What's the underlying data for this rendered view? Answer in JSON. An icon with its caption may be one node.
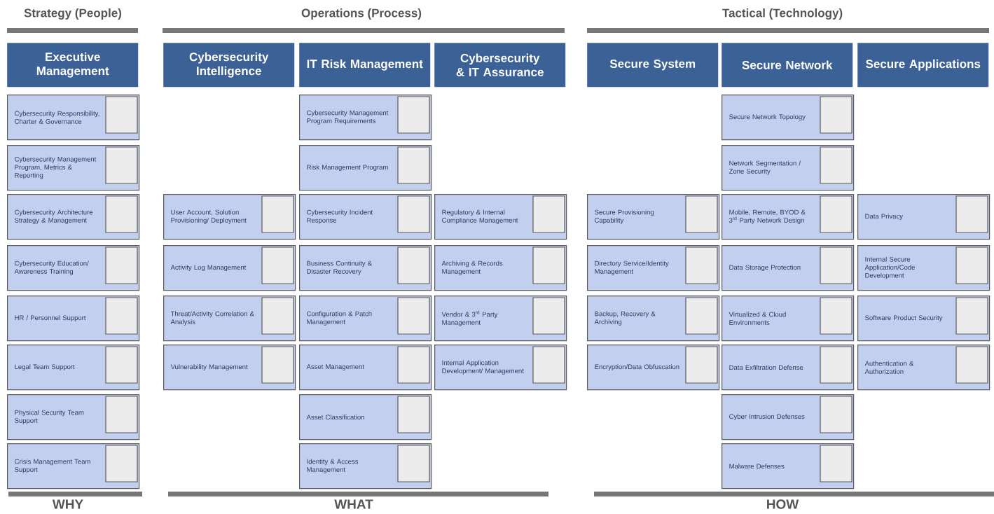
{
  "diagram": {
    "nodes": [
      {
        "text": [
          "Executive Management"
        ]
      },
      {
        "text": [
          "Cybersecurity Responsibility, Charter & Governance"
        ]
      },
      {
        "text": [
          "Cybersecurity Management Program, Metrics & Reporting"
        ]
      },
      {
        "text": [
          "Cybersecurity Architecture Strategy & Management"
        ]
      },
      {
        "text": [
          "Cybersecurity Education/ Awareness Training"
        ]
      },
      {
        "text": [
          "HR / Personnel Support"
        ]
      },
      {
        "text": [
          "Legal Team Support"
        ]
      },
      {
        "text": [
          "Physical Security Team Support"
        ]
      },
      {
        "text": [
          "Crisis Management Team Support"
        ]
      },
      {
        "text": [
          "Cybersecurity Intelligence"
        ]
      },
      {
        "text": [
          "User Account, Solution Provisioning/ Deployment"
        ]
      },
      {
        "text": [
          "Activity Log Management"
        ]
      },
      {
        "text": [
          "Threat/Activity Correlation & Analysis"
        ]
      },
      {
        "text": [
          "Vulnerability Management"
        ]
      },
      {
        "text": [
          "IT Risk Management"
        ]
      },
      {
        "text": [
          "Cybersecurity Management Program Requirements"
        ]
      },
      {
        "text": [
          "Risk Management Program"
        ]
      },
      {
        "text": [
          "Cybersecurity Incident Response"
        ]
      },
      {
        "text": [
          "Business Continuity & Disaster Recovery"
        ]
      },
      {
        "text": [
          "Configuration & Patch Management"
        ]
      },
      {
        "text": [
          "Asset Management"
        ]
      },
      {
        "text": [
          "Asset Classification"
        ]
      },
      {
        "text": [
          "Identity & Access Management"
        ]
      },
      {
        "text": [
          "Cybersecurity & IT Assurance"
        ]
      },
      {
        "text": [
          "Regulatory & Internal Compliance Management"
        ]
      },
      {
        "text": [
          "Archiving & Records Management"
        ]
      },
      {
        "text": [
          "Vendor & 3$^{rd}$ Party Management"
        ]
      },
      {
        "text": [
          "Internal Application Development/ Management"
        ]
      },
      {
        "text": [
          "Secure System"
        ]
      },
      {
        "text": [
          "Secure Provisioning Capability"
        ]
      },
      {
        "text": [
          "Directory Service/Identity Management"
        ]
      },
      {
        "text": [
          "Backup, Recovery & Archiving"
        ]
      },
      {
        "text": [
          "Encryption/Data Obfuscation"
        ]
      },
      {
        "text": [
          "Secure Network"
        ]
      },
      {
        "text": [
          "Secure Network Topology"
        ]
      },
      {
        "text": [
          "Network Segmentation / Zone Security"
        ]
      },
      {
        "text": [
          "Mobile, Remote, BYOD & 3$^{rd}$ Party Network Design"
        ]
      },
      {
        "text": [
          "Data Storage Protection"
        ]
      },
      {
        "text": [
          "Virtualized & Cloud Environments"
        ]
      },
      {
        "text": [
          "Data Exfiltration Defense"
        ]
      },
      {
        "text": [
          "Cyber Intrusion Defenses"
        ]
      },
      {
        "text": [
          "Malware Defenses"
        ]
      },
      {
        "text": [
          "Secure Applications"
        ]
      },
      {
        "text": [
          "Data Privacy"
        ]
      },
      {
        "text": [
          "Internal Secure Application/Code Development"
        ]
      },
      {
        "text": [
          "Software Product Security"
        ]
      },
      {
        "text": [
          "Authentication & Authorization"
        ]
      }
    ],
    "labels": [
      "Strategy (People)",
      "Operations (Process)",
      "Tactical (Technology)",
      "WHY",
      "WHAT",
      "HOW"
    ]
  }
}
